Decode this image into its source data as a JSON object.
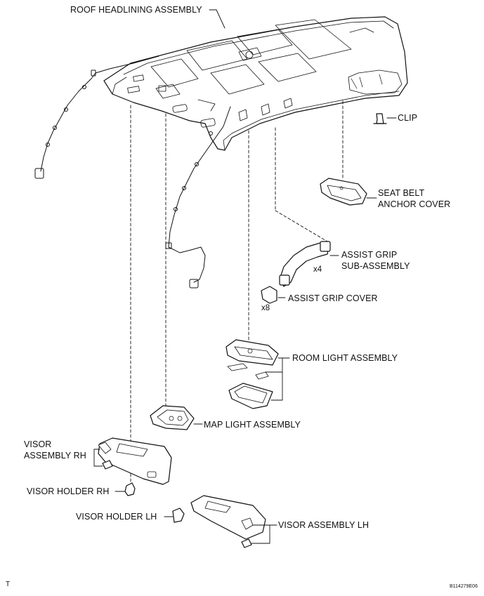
{
  "labels": {
    "roof_headlining": "ROOF HEADLINING ASSEMBLY",
    "clip": "CLIP",
    "seat_belt_anchor_cover_1": "SEAT BELT",
    "seat_belt_anchor_cover_2": "ANCHOR COVER",
    "assist_grip_1": "ASSIST GRIP",
    "assist_grip_2": "SUB-ASSEMBLY",
    "assist_grip_cover": "ASSIST GRIP COVER",
    "room_light": "ROOM LIGHT ASSEMBLY",
    "map_light": "MAP LIGHT ASSEMBLY",
    "visor_rh_1": "VISOR",
    "visor_rh_2": "ASSEMBLY RH",
    "visor_holder_rh": "VISOR HOLDER RH",
    "visor_holder_lh": "VISOR HOLDER LH",
    "visor_lh": "VISOR ASSEMBLY LH"
  },
  "quantities": {
    "assist_grip": "x4",
    "assist_grip_cover": "x8"
  },
  "footer": {
    "left_mark": "T",
    "figure_id": "B114279E06"
  }
}
